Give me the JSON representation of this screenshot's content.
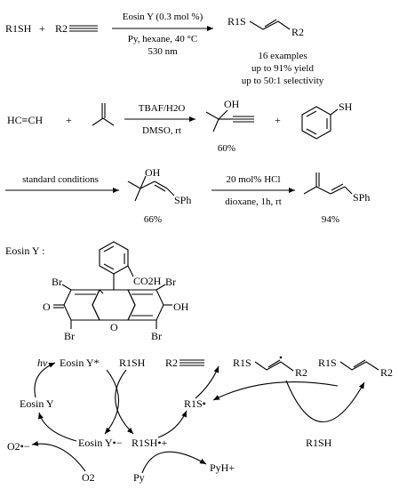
{
  "scheme1": {
    "reactant1": "R1SH",
    "plus": "+",
    "reactant2_r": "R2",
    "conditions_top": "Eosin Y (0.3 mol %)",
    "conditions_bottom_1": "Py, hexane, 40 °C",
    "conditions_bottom_2": "530 nm",
    "product_r1s": "R1S",
    "product_r2": "R2",
    "summary_1": "16 examples",
    "summary_2": "up to 91% yield",
    "summary_3": "up to 50:1 selectivity"
  },
  "scheme2": {
    "reactant1": "HC≡CH",
    "plus1": "+",
    "reagents_top": "TBAF/H2O",
    "reagents_bottom": "DMSO, rt",
    "product_oh": "OH",
    "product_yield": "60%",
    "plus2": "+",
    "thiophenol_sh": "SH"
  },
  "scheme3": {
    "conditions_top": "standard conditions",
    "intermediate_oh": "OH",
    "intermediate_sph": "SPh",
    "intermediate_yield": "66%",
    "step2_top": "20 mol% HCl",
    "step2_bottom": "dioxane, 1h, rt",
    "product_sph": "SPh",
    "product_yield": "94%"
  },
  "eosin": {
    "caption": "Eosin Y :",
    "co2h": "CO2H",
    "br_tl": "Br",
    "br_tr": "Br",
    "br_bl": "Br",
    "br_br": "Br",
    "o_keto": "O",
    "o_ring": "O",
    "oh": "OH"
  },
  "mechanism": {
    "hv": "hv",
    "eosin_excited": "Eosin Y*",
    "r1sh_top": "R1SH",
    "eosin_ground": "Eosin Y",
    "eosin_radical_anion": "Eosin Y•−",
    "r1sh_radical_cation": "R1SH•+",
    "o2_radical": "O2•−",
    "o2": "O2",
    "py": "Py",
    "pyh": "PyH+",
    "r1s_radical": "R1S•",
    "alkyne_r2": "R2",
    "vinyl_radical_r1s": "R1S",
    "vinyl_radical_r2": "R2",
    "product_r1s": "R1S",
    "product_r2": "R2",
    "r1sh_bottom": "R1SH"
  }
}
